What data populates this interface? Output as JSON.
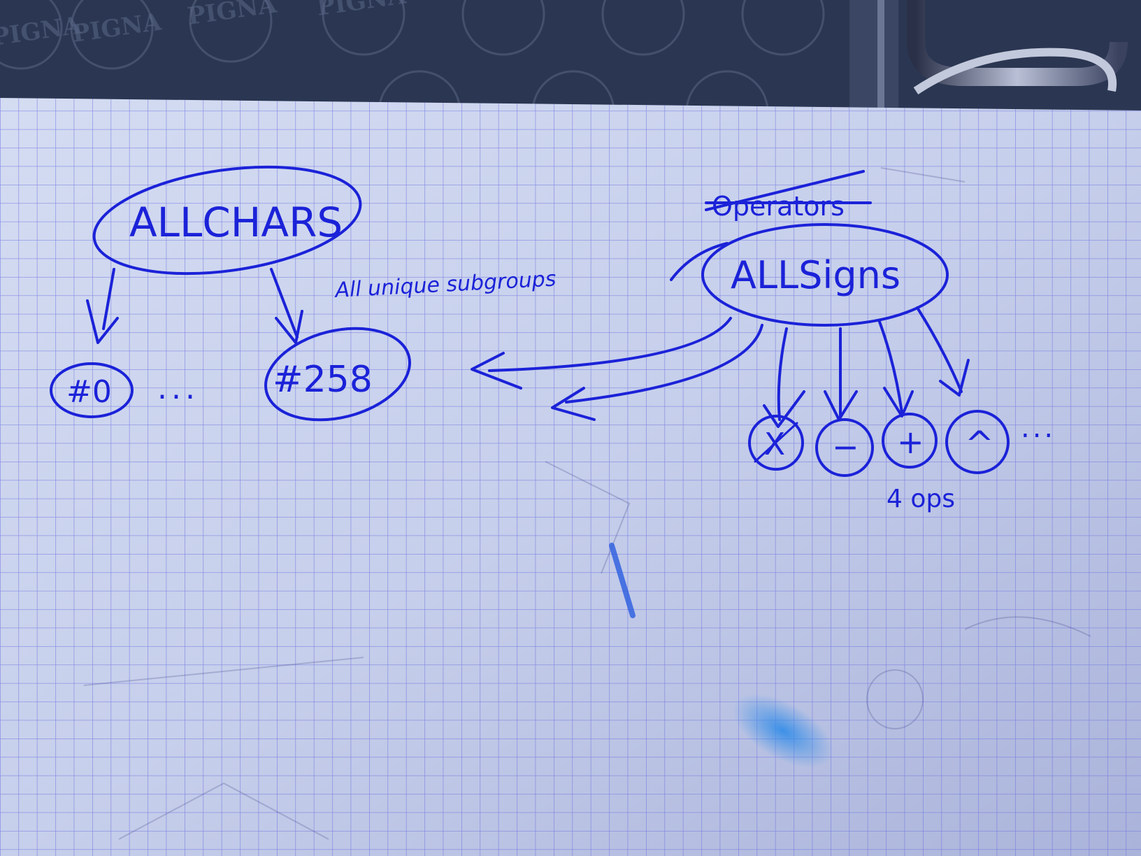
{
  "colors": {
    "ink": "#1b22d8",
    "paper": "#c9d3ee",
    "grid": "#6b6fe0",
    "binder": "#2b3752",
    "smudge": "#2f8be8"
  },
  "background": {
    "logo_text": "PIGNA"
  },
  "notes": {
    "left_root": "ALLCHARS",
    "left_child_first": "#0",
    "left_ellipsis": "...",
    "left_child_last": "#258",
    "annotation": "All unique subgroups",
    "crossed_word": "Operators",
    "right_root": "ALLSigns",
    "op1": "X",
    "op2": "−",
    "op3": "+",
    "op4": "^",
    "right_ellipsis": "...",
    "below_ops": "4 ops"
  }
}
